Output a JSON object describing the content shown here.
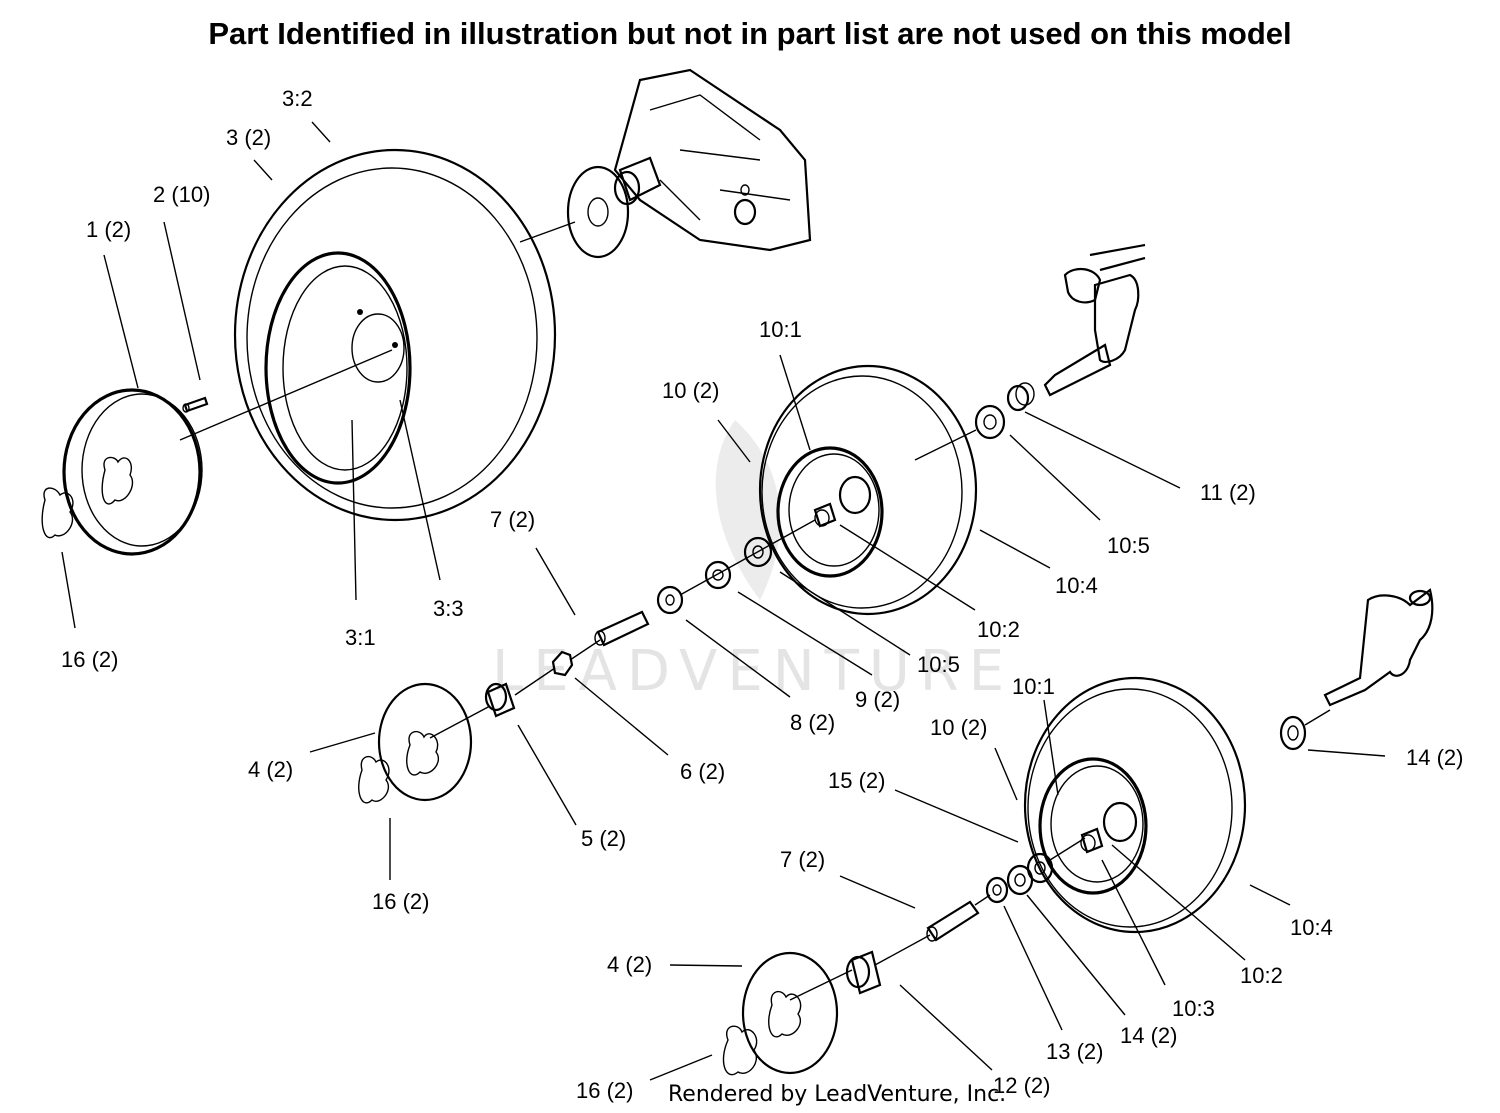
{
  "title": "Part Identified in illustration but not in part list are not used on this model",
  "watermark": "LEADVENTURE",
  "footer": "Rendered by LeadVenture, Inc.",
  "labels": {
    "l32": "3:2",
    "l3": "3 (2)",
    "l2": "2 (10)",
    "l1": "1 (2)",
    "l16a": "16 (2)",
    "l31": "3:1",
    "l33": "3:3",
    "l101a": "10:1",
    "l10a": "10 (2)",
    "l11": "11 (2)",
    "l105a": "10:5",
    "l104a": "10:4",
    "l102a": "10:2",
    "l105b": "10:5",
    "l7a": "7 (2)",
    "l9": "9 (2)",
    "l8": "8 (2)",
    "l6": "6 (2)",
    "l4a": "4 (2)",
    "l5": "5 (2)",
    "l16b": "16 (2)",
    "l101b": "10:1",
    "l10b": "10 (2)",
    "l15": "15 (2)",
    "l14a": "14 (2)",
    "l7b": "7 (2)",
    "l104b": "10:4",
    "l102b": "10:2",
    "l103": "10:3",
    "l14b": "14 (2)",
    "l13": "13 (2)",
    "l4b": "4 (2)",
    "l12": "12 (2)",
    "l16c": "16 (2)"
  }
}
